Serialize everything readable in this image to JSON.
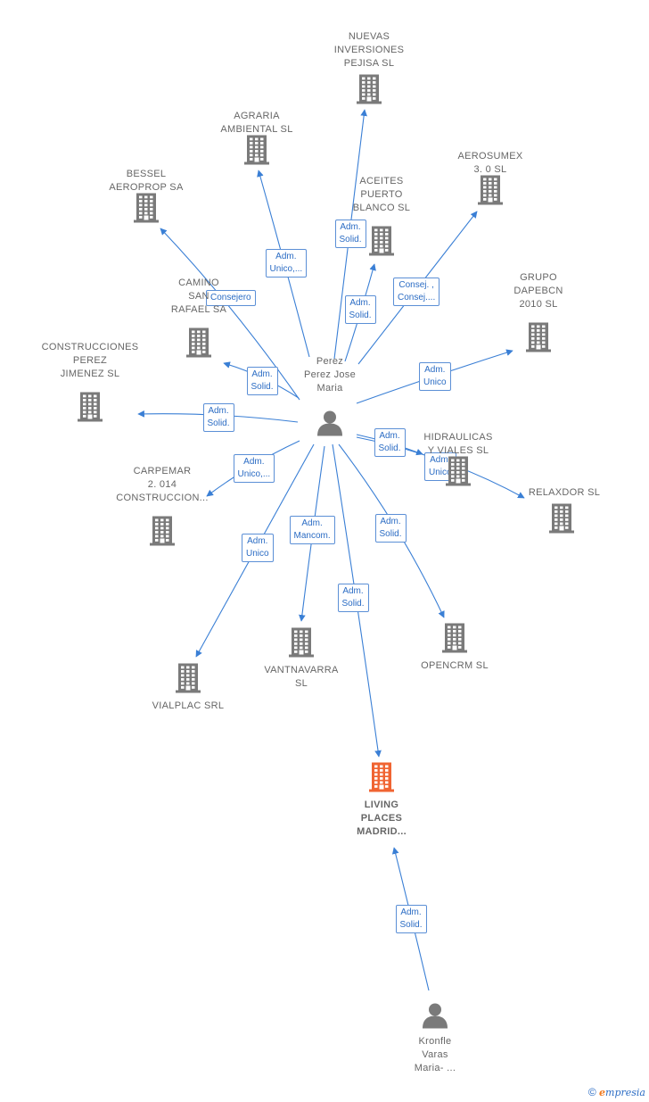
{
  "colors": {
    "edge": "#3a7fd5",
    "building": "#7a7a7a",
    "highlight": "#f06432",
    "person": "#7a7a7a",
    "label": "#666666"
  },
  "nodes": [
    {
      "id": "nuevas",
      "type": "company",
      "label": "NUEVAS\nINVERSIONES\nPEJISA SL",
      "icon": "building-icon"
    },
    {
      "id": "agraria",
      "type": "company",
      "label": "AGRARIA\nAMBIENTAL  SL",
      "icon": "building-icon"
    },
    {
      "id": "bessel",
      "type": "company",
      "label": "BESSEL\nAEROPROP SA",
      "icon": "building-icon"
    },
    {
      "id": "aceites",
      "type": "company",
      "label": "ACEITES\nPUERTO\nBLANCO SL",
      "icon": "building-icon"
    },
    {
      "id": "aerosumex",
      "type": "company",
      "label": "AEROSUMEX\n3. 0  SL",
      "icon": "building-icon"
    },
    {
      "id": "camino",
      "type": "company",
      "label": "CAMINO\nSAN\nRAFAEL SA",
      "icon": "building-icon"
    },
    {
      "id": "grupo",
      "type": "company",
      "label": "GRUPO\nDAPEBCN\n2010  SL",
      "icon": "building-icon"
    },
    {
      "id": "construcciones",
      "type": "company",
      "label": "CONSTRUCCIONES\nPEREZ\nJIMENEZ  SL",
      "icon": "building-icon"
    },
    {
      "id": "hidraulicas",
      "type": "company",
      "label": "HIDRAULICAS\nY VIALES SL",
      "icon": "building-icon"
    },
    {
      "id": "relaxdor",
      "type": "company",
      "label": "RELAXDOR SL",
      "icon": "building-icon"
    },
    {
      "id": "carpemar",
      "type": "company",
      "label": "CARPEMAR\n2. 014\nCONSTRUCCION...",
      "icon": "building-icon"
    },
    {
      "id": "vialplac",
      "type": "company",
      "label": "VIALPLAC SRL",
      "icon": "building-icon"
    },
    {
      "id": "vantnavarra",
      "type": "company",
      "label": "VANTNAVARRA\nSL",
      "icon": "building-icon"
    },
    {
      "id": "opencrm",
      "type": "company",
      "label": "OPENCRM  SL",
      "icon": "building-icon"
    },
    {
      "id": "living",
      "type": "company-highlight",
      "label": "LIVING\nPLACES\nMADRID...",
      "icon": "building-icon"
    },
    {
      "id": "perez",
      "type": "person",
      "label": "Perez\nPerez Jose\nMaria",
      "icon": "person-icon"
    },
    {
      "id": "kronfle",
      "type": "person",
      "label": "Kronfle\nVaras\nMaria- ...",
      "icon": "person-icon"
    }
  ],
  "edges": [
    {
      "from": "perez",
      "to": "nuevas",
      "label": "Adm.\nSolid."
    },
    {
      "from": "perez",
      "to": "agraria",
      "label": "Adm.\nUnico,..."
    },
    {
      "from": "perez",
      "to": "bessel",
      "label": "Consejero"
    },
    {
      "from": "perez",
      "to": "aceites",
      "label": "Adm.\nSolid."
    },
    {
      "from": "perez",
      "to": "aerosumex",
      "label": "Consej. ,\nConsej...."
    },
    {
      "from": "perez",
      "to": "camino",
      "label": "Adm.\nSolid."
    },
    {
      "from": "perez",
      "to": "grupo",
      "label": "Adm.\nUnico"
    },
    {
      "from": "perez",
      "to": "construcciones",
      "label": "Adm.\nSolid."
    },
    {
      "from": "perez",
      "to": "hidraulicas",
      "label": "Adm.\nSolid."
    },
    {
      "from": "perez",
      "to": "relaxdor",
      "label": "Adm.\nUnico"
    },
    {
      "from": "perez",
      "to": "carpemar",
      "label": "Adm.\nUnico,..."
    },
    {
      "from": "perez",
      "to": "vialplac",
      "label": "Adm.\nUnico"
    },
    {
      "from": "perez",
      "to": "vantnavarra",
      "label": "Adm.\nMancom."
    },
    {
      "from": "perez",
      "to": "opencrm",
      "label": "Adm.\nSolid."
    },
    {
      "from": "perez",
      "to": "living",
      "label": "Adm.\nSolid."
    },
    {
      "from": "kronfle",
      "to": "living",
      "label": "Adm.\nSolid."
    }
  ],
  "footer": {
    "copyright": "©",
    "brand_first": "e",
    "brand_rest": "mpresia"
  }
}
